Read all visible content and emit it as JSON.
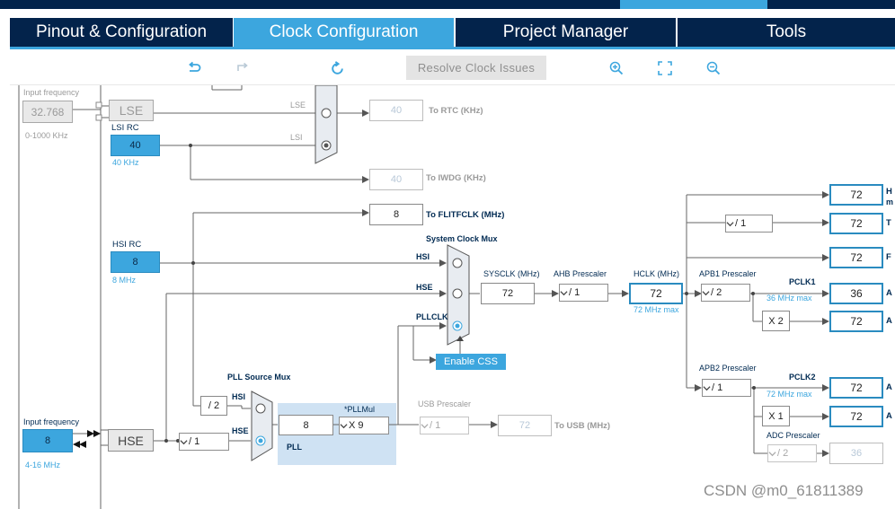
{
  "tabs": [
    {
      "label": "Pinout & Configuration",
      "active": false
    },
    {
      "label": "Clock Configuration",
      "active": true
    },
    {
      "label": "Project Manager",
      "active": false
    },
    {
      "label": "Tools",
      "active": false
    }
  ],
  "toolbar": {
    "resolve_label": "Resolve Clock Issues",
    "icons": [
      "undo-icon",
      "redo-icon",
      "refresh-icon",
      "zoom-in-icon",
      "fit-icon",
      "zoom-out-icon"
    ]
  },
  "colors": {
    "accent": "#3ca6de",
    "navy": "#03234b",
    "pll_panel": "#cfe2f3",
    "line": "#666666"
  },
  "lse": {
    "input_freq_label": "Input frequency",
    "input_value": "32.768",
    "range": "0-1000 KHz",
    "lse_label": "LSE",
    "lsi_rc_label": "LSI RC",
    "lsi_value": "40",
    "lsi_unit": "40 KHz",
    "rtc_mux_lse": "LSE",
    "rtc_mux_lsi": "LSI",
    "rtc_value": "40",
    "rtc_label": "To RTC (KHz)",
    "iwdg_value": "40",
    "iwdg_label": "To IWDG (KHz)"
  },
  "hsi": {
    "hsi_rc_label": "HSI RC",
    "hsi_value": "8",
    "hsi_unit": "8 MHz",
    "flitf_value": "8",
    "flitf_label": "To FLITFCLK (MHz)"
  },
  "sysmux": {
    "title": "System Clock Mux",
    "hsi": "HSI",
    "hse": "HSE",
    "pllclk": "PLLCLK",
    "enable_css": "Enable CSS"
  },
  "sysclk": {
    "label": "SYSCLK (MHz)",
    "value": "72"
  },
  "ahb": {
    "label": "AHB Prescaler",
    "value": "/ 1"
  },
  "hclk": {
    "label": "HCLK (MHz)",
    "value": "72",
    "max": "72 MHz max"
  },
  "apb1": {
    "label": "APB1 Prescaler",
    "value": "/ 2",
    "pclk1_label": "PCLK1",
    "pclk1_max": "36 MHz max",
    "pclk1_value": "36",
    "x2": "X 2",
    "timer_value": "72"
  },
  "apb2": {
    "label": "APB2 Prescaler",
    "value": "/ 1",
    "pclk2_label": "PCLK2",
    "pclk2_max": "72 MHz max",
    "pclk2_value": "72",
    "x1": "X 1",
    "timer_value": "72"
  },
  "adc": {
    "label": "ADC Prescaler",
    "value": "/ 2",
    "out_value": "36"
  },
  "outputs_top": {
    "div1_value": "/ 1",
    "out1": "72",
    "out2": "72",
    "out3": "72",
    "suffix_h": "H",
    "suffix_m": "m",
    "suffix_t": "T",
    "suffix_f": "F",
    "suffix_a1": "A",
    "suffix_a2": "A",
    "suffix_a3": "A",
    "suffix_a4": "A"
  },
  "pll": {
    "source_mux_title": "PLL Source Mux",
    "hsi_div": "/ 2",
    "hsi": "HSI",
    "hse": "HSE",
    "value": "8",
    "pllmul_label": "*PLLMul",
    "pllmul_value": "X 9",
    "pll_label": "PLL"
  },
  "usb": {
    "label": "USB Prescaler",
    "value": "/ 1",
    "out_value": "72",
    "out_label": "To USB (MHz)"
  },
  "hse": {
    "input_freq_label": "Input frequency",
    "input_value": "8",
    "range": "4-16 MHz",
    "hse_label": "HSE",
    "div_value": "/ 1"
  },
  "watermark": "CSDN @m0_61811389"
}
